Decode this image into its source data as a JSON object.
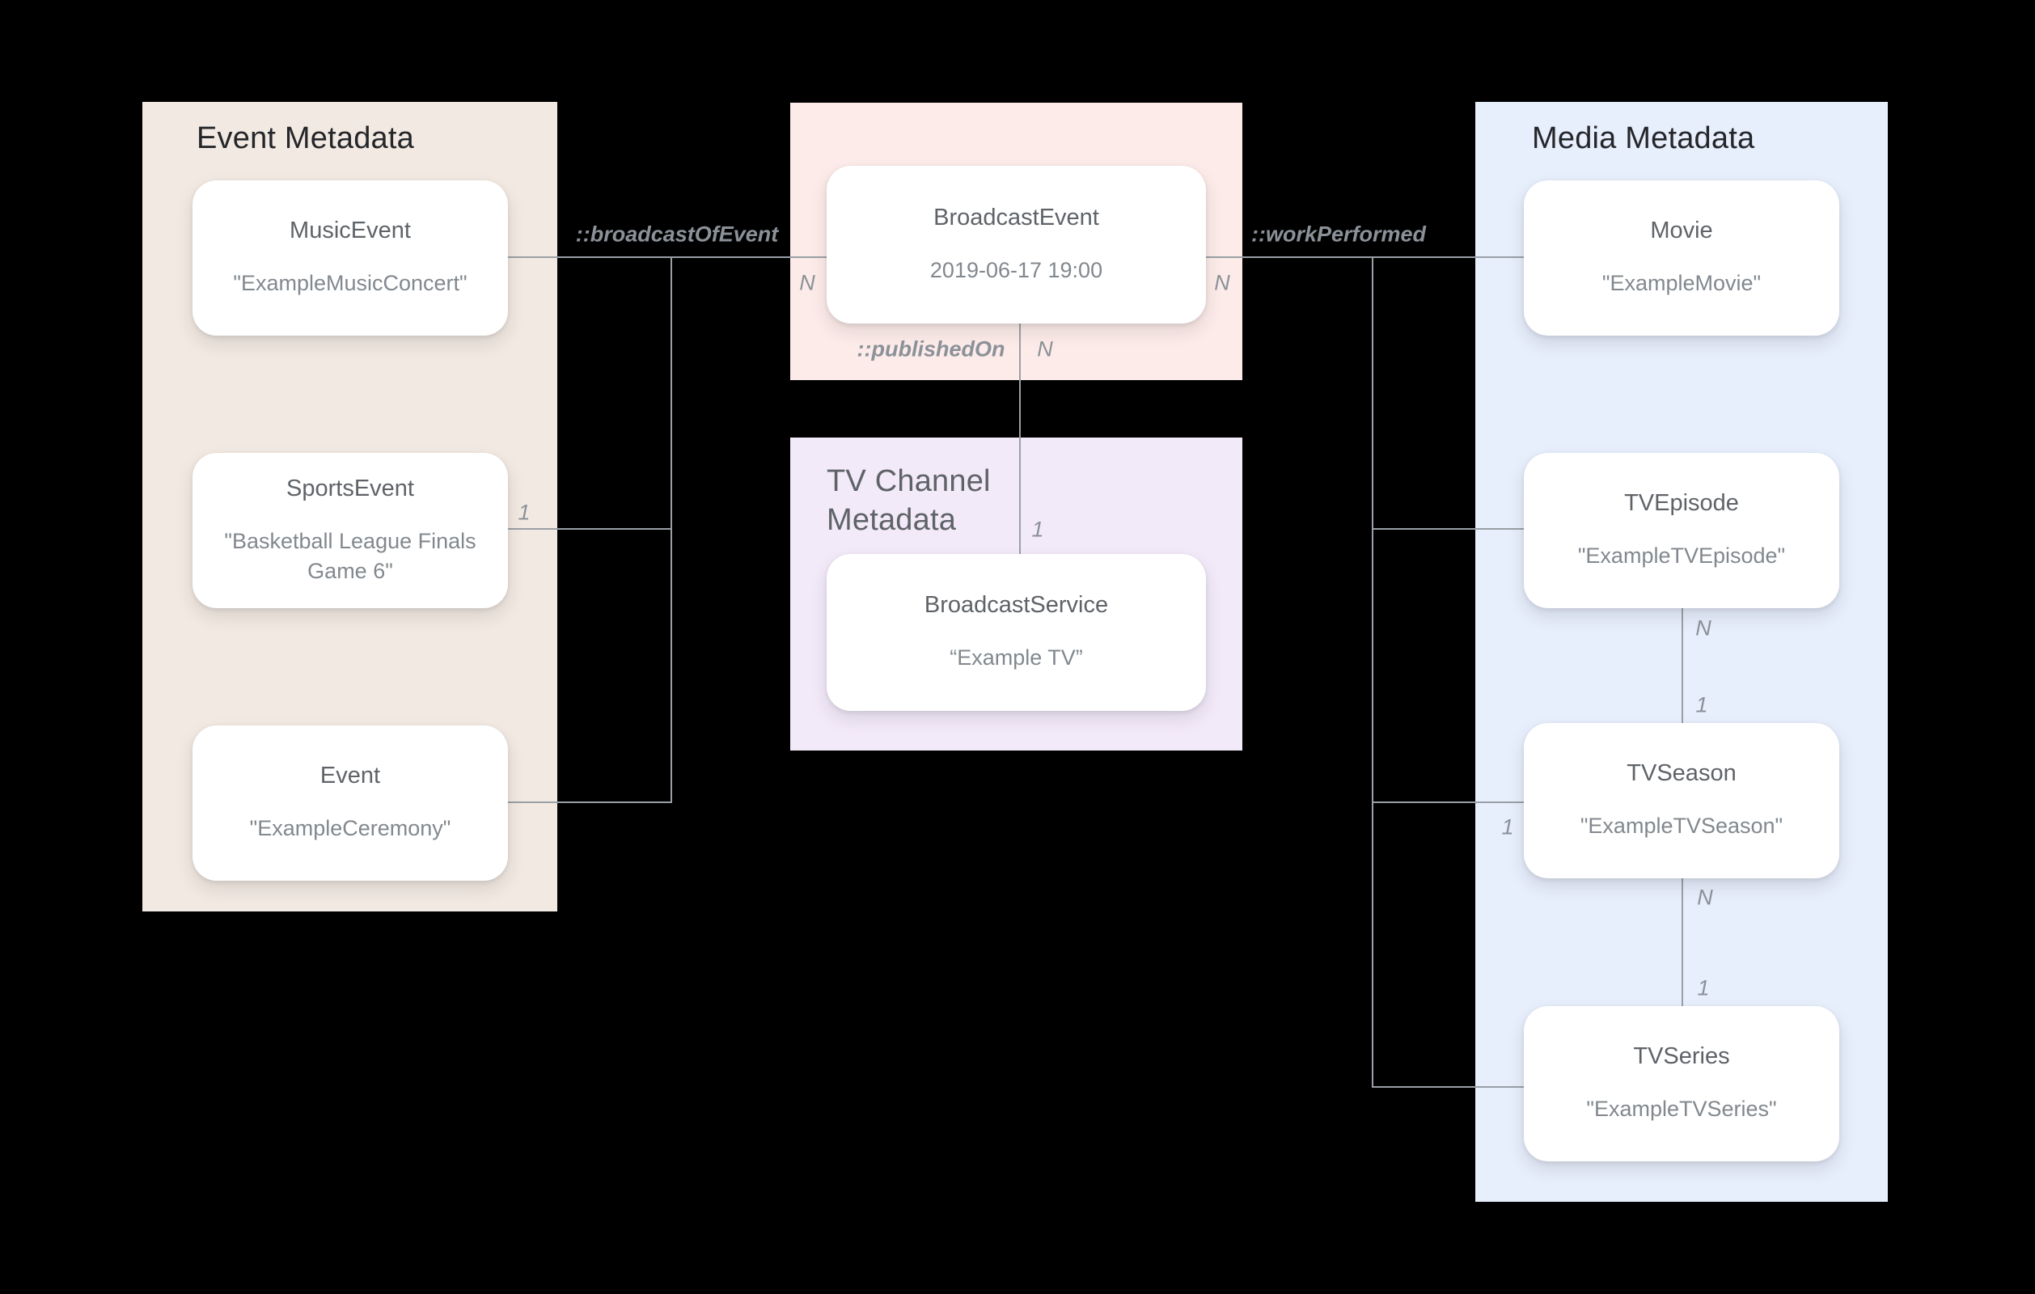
{
  "colors": {
    "bg": "#000000",
    "panel_event": "#f2e9e2",
    "panel_broadcast": "#fcebe9",
    "panel_tvchannel": "#f3eaf9",
    "panel_media": "#e7eefc",
    "card_bg": "#ffffff",
    "panel_title_dark": "#24262a",
    "panel_title_muted": "#5f6368",
    "card_title": "#5f6368",
    "card_subtitle": "#82888e",
    "line": "#9aa0a6",
    "label": "#8b9198"
  },
  "panels": {
    "event": {
      "title": "Event Metadata",
      "cards": [
        {
          "title": "MusicEvent",
          "subtitle": "\"ExampleMusicConcert\""
        },
        {
          "title": "SportsEvent",
          "subtitle": "\"Basketball League Finals Game 6\""
        },
        {
          "title": "Event",
          "subtitle": "\"ExampleCeremony\""
        }
      ]
    },
    "broadcast": {
      "cards": [
        {
          "title": "BroadcastEvent",
          "subtitle": "2019-06-17 19:00"
        }
      ]
    },
    "tv_channel": {
      "title": "TV Channel Metadata",
      "cards": [
        {
          "title": "BroadcastService",
          "subtitle": "“Example TV”"
        }
      ]
    },
    "media": {
      "title": "Media Metadata",
      "cards": [
        {
          "title": "Movie",
          "subtitle": "\"ExampleMovie\""
        },
        {
          "title": "TVEpisode",
          "subtitle": "\"ExampleTVEpisode\""
        },
        {
          "title": "TVSeason",
          "subtitle": "\"ExampleTVSeason\""
        },
        {
          "title": "TVSeries",
          "subtitle": "\"ExampleTVSeries\""
        }
      ]
    }
  },
  "edges": {
    "broadcast_of_event": "::broadcastOfEvent",
    "work_performed": "::workPerformed",
    "published_on": "::publishedOn"
  },
  "labels": {
    "n": "N",
    "one": "1"
  }
}
